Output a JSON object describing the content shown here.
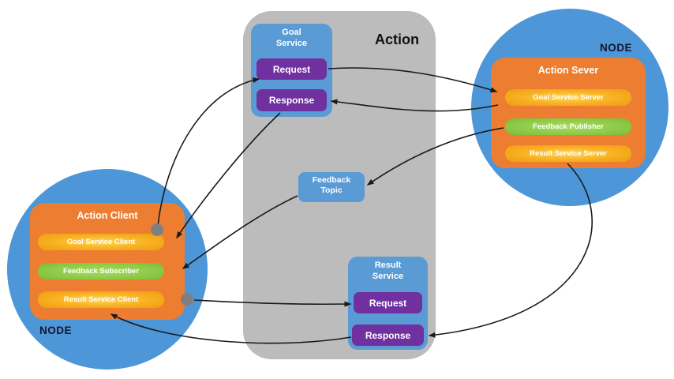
{
  "colors": {
    "background": "#ffffff",
    "action_container": "#bcbcbc",
    "node_circle": "#4d96d8",
    "service_box_blue": "#5b9bd5",
    "button_purple": "#7030a0",
    "action_box_orange": "#ed7d31",
    "pill_yellow": "#f7b020",
    "pill_green": "#8fcc4a",
    "arrow": "#1a1a1a",
    "connector_dot": "#7f7f7f",
    "node_label_text": "#15162b"
  },
  "action_container": {
    "label": "Action"
  },
  "goal_service": {
    "title": "Goal Service",
    "request_label": "Request",
    "response_label": "Response"
  },
  "feedback_topic": {
    "title": "Feedback Topic"
  },
  "result_service": {
    "title": "Result Service",
    "request_label": "Request",
    "response_label": "Response"
  },
  "server_node": {
    "label": "NODE",
    "box_title": "Action Sever",
    "pills": [
      {
        "label": "Goal Service Server",
        "color": "yellow"
      },
      {
        "label": "Feedback Publisher",
        "color": "green"
      },
      {
        "label": "Result Service Server",
        "color": "yellow"
      }
    ]
  },
  "client_node": {
    "label": "NODE",
    "box_title": "Action Client",
    "pills": [
      {
        "label": "Goal Service Client",
        "color": "yellow"
      },
      {
        "label": "Feedback Subscriber",
        "color": "green"
      },
      {
        "label": "Result Service Client",
        "color": "yellow"
      }
    ]
  }
}
